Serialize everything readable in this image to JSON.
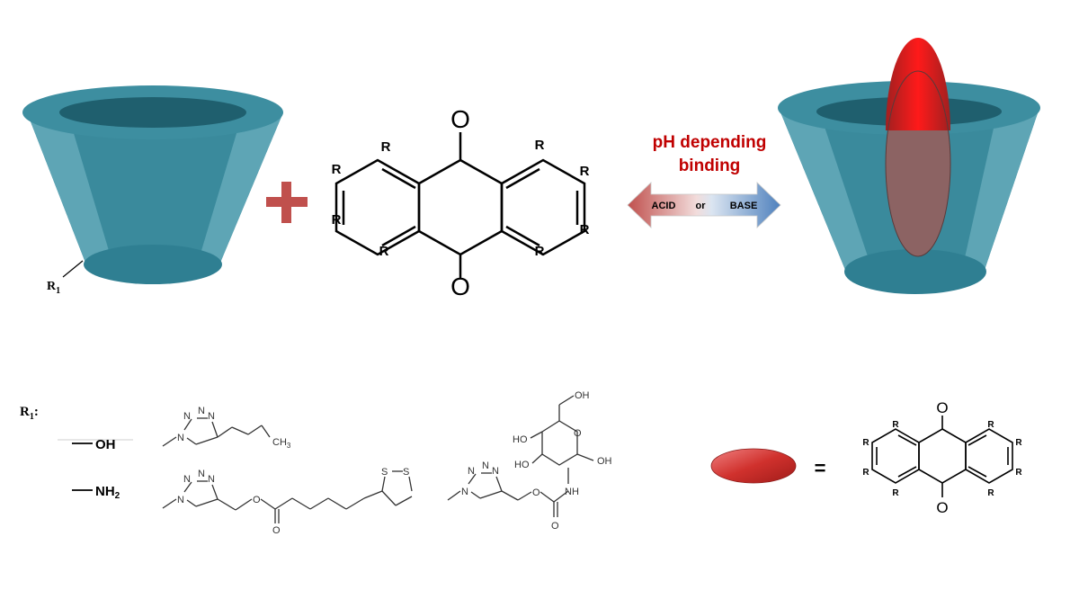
{
  "colors": {
    "cup_body": "#3a8a9c",
    "cup_rim": "#2f7f92",
    "cup_inner": "#1f5f6e",
    "cup_highlight": "#6fb0bf",
    "plus": "#c0504d",
    "title_red": "#c00000",
    "guest_red": "#e00000",
    "guest_dark": "#7a5252",
    "arrow_left": "#c0504d",
    "arrow_right": "#4f81bd",
    "ellipse_red": "#c8302d"
  },
  "arrow": {
    "title_line1": "pH depending",
    "title_line2": "binding",
    "left_label": "ACID",
    "mid_label": "or",
    "right_label": "BASE"
  },
  "host": {
    "substituent_label": "R",
    "substituent_sub": "1"
  },
  "anthraquinone": {
    "oxygen": "O",
    "r": "R"
  },
  "substituents": {
    "heading": "R",
    "heading_sub": "1",
    "heading_colon": ":",
    "oh": "OH",
    "nh2": "NH",
    "nh2_sub": "2",
    "ch3": "CH",
    "ch3_sub": "3",
    "n": "N",
    "s": "S",
    "oh_sugar": "OH",
    "ho_sugar": "HO",
    "nh": "NH",
    "o": "O"
  },
  "legend": {
    "equals": "="
  }
}
